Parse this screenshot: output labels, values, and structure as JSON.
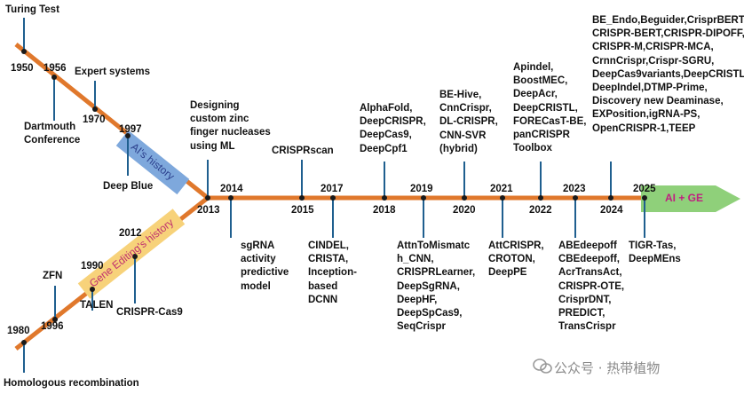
{
  "colors": {
    "line": "#e0782c",
    "stem": "#1f5f8f",
    "dot": "#1a1a1a",
    "ai_band": "#7ea8dc",
    "ge_band": "#f7d27a",
    "arrow": "#8fd07a",
    "ai_text": "#2b3f8c",
    "ge_text": "#c0306e"
  },
  "ai_branch": {
    "label": "AI's history",
    "events": [
      {
        "year": "1950",
        "text": "Turing Test"
      },
      {
        "year": "1956",
        "text": "Dartmouth\nConference"
      },
      {
        "year": "1970",
        "text": "Expert systems"
      },
      {
        "year": "1997",
        "text": "Deep Blue"
      }
    ]
  },
  "ge_branch": {
    "label": "Gene Editing's history",
    "events": [
      {
        "year": "1980",
        "text": "Homologous recombination"
      },
      {
        "year": "1996",
        "text": "ZFN"
      },
      {
        "year": "1990",
        "text": "TALEN"
      },
      {
        "year": "2012",
        "text": "CRISPR-Cas9"
      }
    ]
  },
  "timeline": [
    {
      "year": "2013",
      "text": "Designing\ncustom zinc\nfinger nucleases\nusing ML"
    },
    {
      "year": "2014",
      "text": "sgRNA\nactivity\npredictive\nmodel"
    },
    {
      "year": "2015",
      "text": "CRISPRscan"
    },
    {
      "year": "2017",
      "text": "CINDEL,\nCRISTA,\nInception-\nbased\nDCNN"
    },
    {
      "year": "2018",
      "text": "AlphaFold,\nDeepCRISPR,\nDeepCas9,\nDeepCpf1"
    },
    {
      "year": "2019",
      "text": "AttnToMismatc\nh_CNN,\nCRISPRLearner,\nDeepSgRNA,\nDeepHF,\nDeepSpCas9,\nSeqCrispr"
    },
    {
      "year": "2020",
      "text": "BE-Hive,\nCnnCrispr,\nDL-CRISPR,\nCNN-SVR\n(hybrid)"
    },
    {
      "year": "2021",
      "text": "AttCRISPR,\nCROTON,\nDeepPE"
    },
    {
      "year": "2022",
      "text": "Apindel,\nBoostMEC,\nDeepAcr,\nDeepCRISTL,\nFORECasT-BE,\npanCRISPR\nToolbox"
    },
    {
      "year": "2023",
      "text": "ABEdeepoff\nCBEdeepoff,\nAcrTransAct,\nCRISPR-OTE,\nCrisprDNT,\nPREDICT,\nTransCrispr"
    },
    {
      "year": "2024",
      "text": "BE_Endo,Beguider,CrisprBERT,\nCRISPR-BERT,CRISPR-DIPOFF,\nCRISPR-M,CRISPR-MCA,\nCrnnCrispr,Crispr-SGRU,\nDeepCas9variants,DeepCRISTL,\nDeepIndel,DTMP-Prime,\nDiscovery new Deaminase,\nEXPosition,igRNA-PS,\nOpenCRISPR-1,TEEP"
    },
    {
      "year": "2025",
      "text": "TIGR-Tas,\nDeepMEns"
    }
  ],
  "arrow_label": "AI + GE",
  "watermark": "公众号 · 热带植物"
}
